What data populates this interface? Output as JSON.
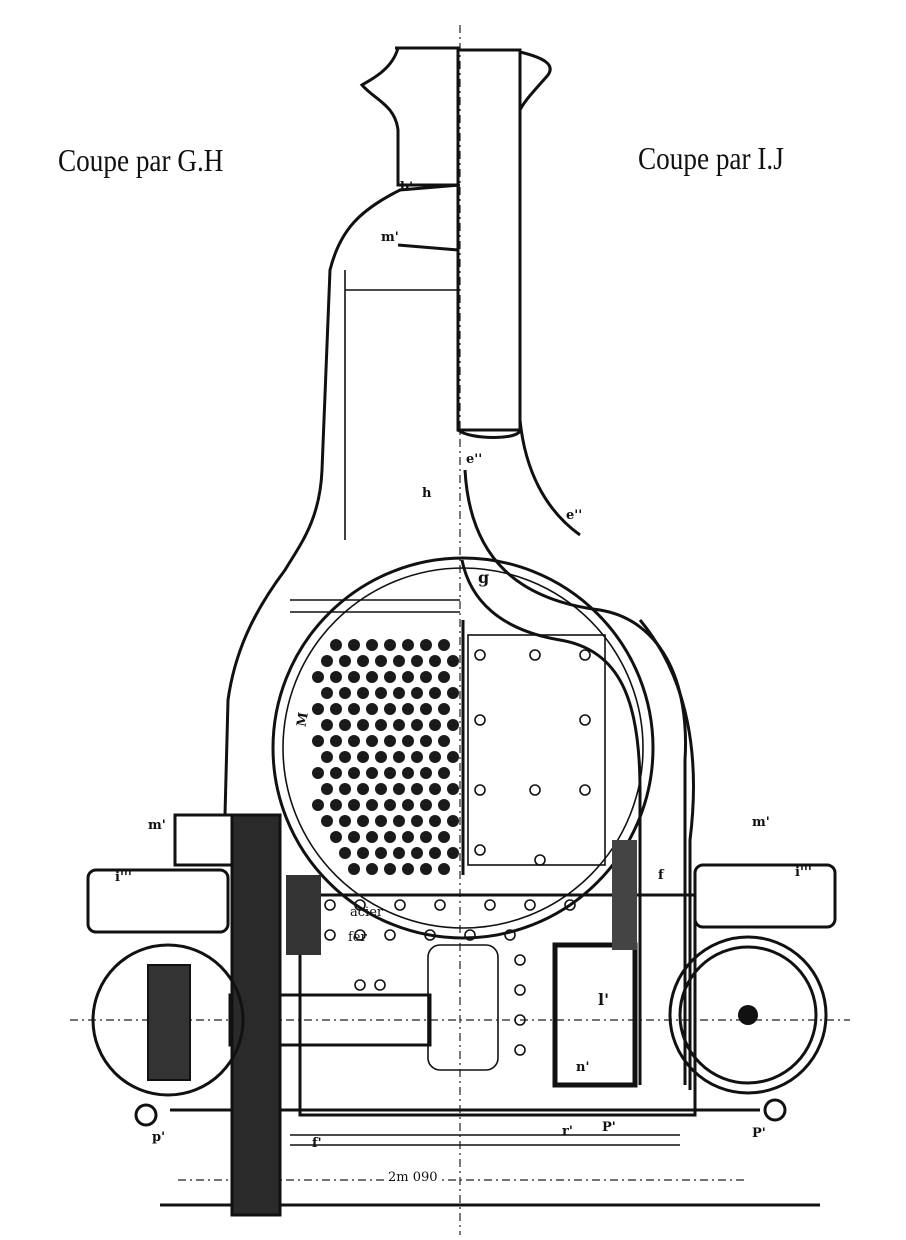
{
  "titles": {
    "left": "Coupe par G.H",
    "right": "Coupe par I.J"
  },
  "labels": {
    "b_prime": "b'",
    "m_prime_top": "m'",
    "e_dd_1": "e''",
    "e_dd_2": "e''",
    "g": "g",
    "h": "h",
    "M": "M",
    "acier": "acier",
    "fer": "fer",
    "l_prime": "l'",
    "n_prime": "n'",
    "f": "f",
    "m_prime_left": "m'",
    "m_prime_right": "m'",
    "i_left": "i'''",
    "i_right": "i'''",
    "p_left": "p'",
    "f_prime": "f'",
    "r_prime": "r'",
    "P_mid": "P'",
    "P_right": "P'",
    "dimension": "2m 090"
  }
}
